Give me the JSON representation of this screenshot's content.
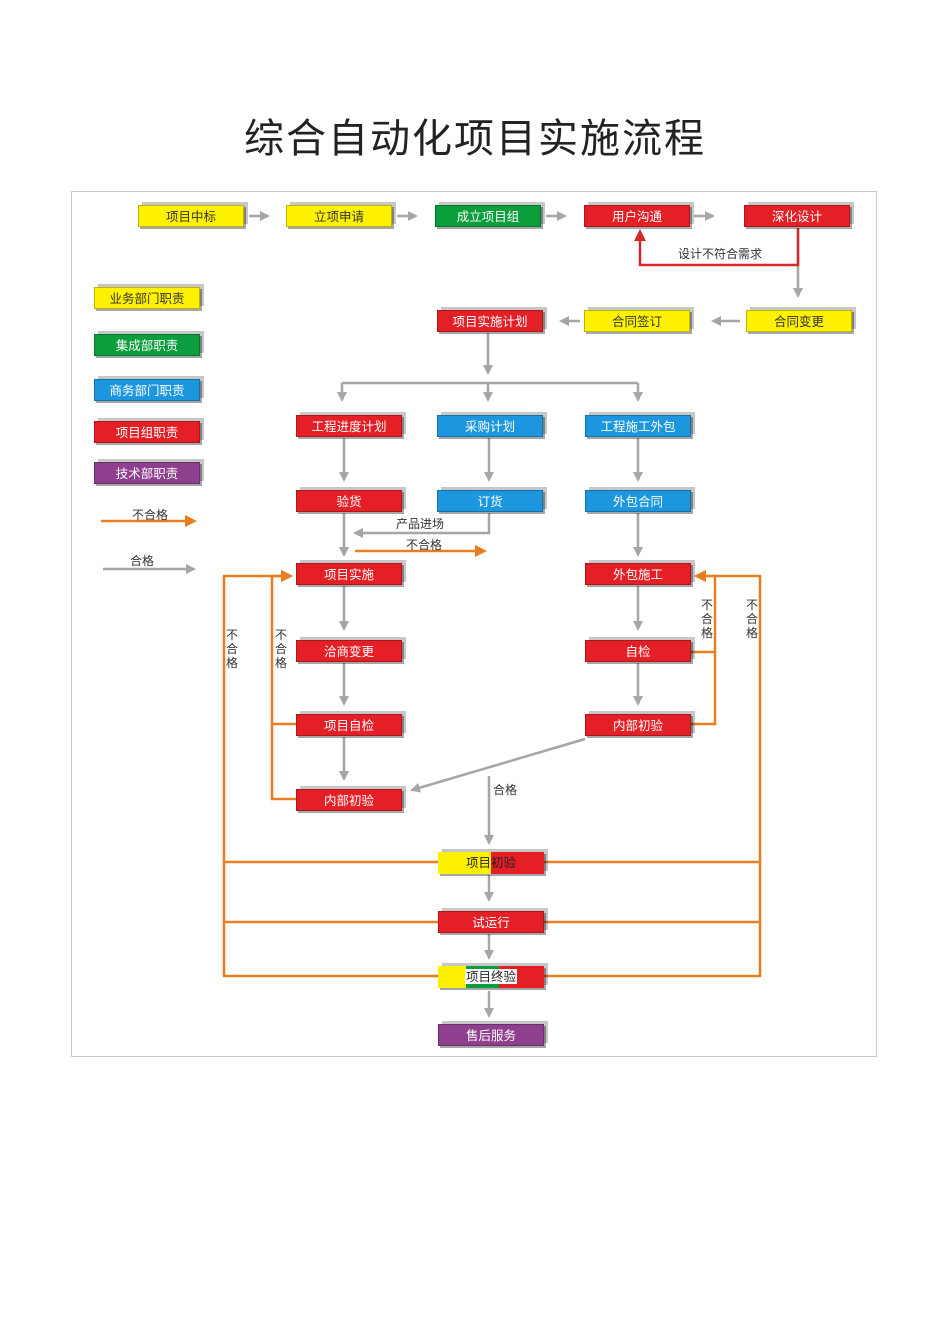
{
  "title": "综合自动化项目实施流程",
  "legend": [
    {
      "label": "业务部门职责",
      "color": "yellow"
    },
    {
      "label": "集成部职责",
      "color": "green"
    },
    {
      "label": "商务部门职责",
      "color": "blue"
    },
    {
      "label": "项目组职责",
      "color": "red"
    },
    {
      "label": "技术部职责",
      "color": "purple"
    }
  ],
  "legend_arrows": {
    "fail": "不合格",
    "pass": "合格"
  },
  "nodes": {
    "zhongbiao": "项目中标",
    "lixiang": "立项申请",
    "chengli": "成立项目组",
    "goutong": "用户沟通",
    "shenhua": "深化设计",
    "biangeng_ht": "合同变更",
    "qianding": "合同签订",
    "jihua": "项目实施计划",
    "jindu": "工程进度计划",
    "caigou": "采购计划",
    "waibao": "工程施工外包",
    "yanhuo": "验货",
    "dinghuo": "订货",
    "waibao_ht": "外包合同",
    "shishi": "项目实施",
    "qiashang": "洽商变更",
    "zijian": "项目自检",
    "chuyan_l": "内部初验",
    "waibao_sg": "外包施工",
    "zijian_r": "自检",
    "chuyan_r": "内部初验",
    "xm_chuyan": "项目初验",
    "shiyunxing": "试运行",
    "zhongyan": "项目终验",
    "shouhou": "售后服务"
  },
  "labels": {
    "design_mismatch": "设计不符合需求",
    "product_arrival": "产品进场",
    "fail_mid": "不合格",
    "pass_mid": "合格",
    "fail_v1": "不合格",
    "fail_v2": "不合格",
    "fail_v3": "不合格",
    "fail_v4": "不合格"
  },
  "colors": {
    "yellow": "#fff200",
    "green": "#0a9e3c",
    "blue": "#1b96df",
    "red": "#e41f26",
    "purple": "#8e3f8d",
    "pass_arrow": "#a6a6a6",
    "fail_arrow": "#e87e22",
    "reject_arrow": "#d62828"
  }
}
